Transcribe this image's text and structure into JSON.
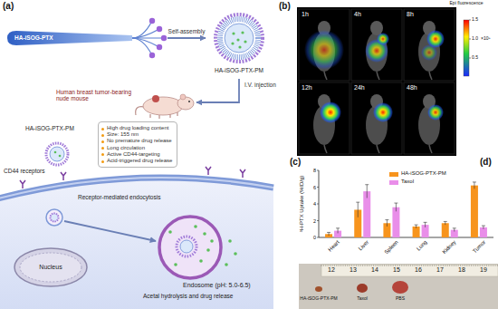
{
  "diagram": {
    "nodes": [
      {
        "text": [
          "HA-iSOG-PTX"
        ]
      },
      {
        "text": [
          "HA-iSOG-PTX-PM"
        ]
      },
      {
        "text": [
          "Human breast tumor-bearing nude mouse"
        ]
      },
      {
        "text": [
          "HA-iSOG-PTX-PM"
        ]
      },
      {
        "text": [
          "High drug loading content",
          "Size: 155 nm",
          "No premature drug release",
          "Long circulation",
          "Active CD44-targeting",
          "Acid-triggered drug release"
        ]
      },
      {
        "text": [
          "Nucleus"
        ]
      },
      {
        "text": [
          "Endosome (pH: 5.0-6.5)",
          "Acetal hydrolysis and drug release"
        ]
      }
    ],
    "edges": [
      {
        "from": 0,
        "to": 1,
        "label": "Self-assembly",
        "arrow": "to"
      },
      {
        "from": 1,
        "to": 2,
        "label": "I.V. injection",
        "arrow": "to"
      }
    ],
    "labels": [
      "(a)",
      "CD44 receptors",
      "Receptor-mediated endocytosis",
      "(b)",
      "1h",
      "4h",
      "8h",
      "12h",
      "24h",
      "48h",
      "Epi fluorescence",
      "1.5",
      "1.0",
      "0.5",
      "×10⁹",
      "(c)",
      "³H-PTX Uptake (%ID/g)",
      "0",
      "2",
      "4",
      "6",
      "8",
      "Heart",
      "Liver",
      "Spleen",
      "Lung",
      "Kidney",
      "Tumor",
      "(d)",
      "12",
      "13",
      "14",
      "15",
      "16",
      "17",
      "18",
      "19",
      "HA-iSOG-PTX-PM",
      "Taxol",
      "PBS"
    ],
    "legend": [
      {
        "text": "HA-iSOG-PTX-PM",
        "color": "#f7941d"
      },
      {
        "text": "Taxol",
        "color": "#e98ee9"
      }
    ]
  }
}
